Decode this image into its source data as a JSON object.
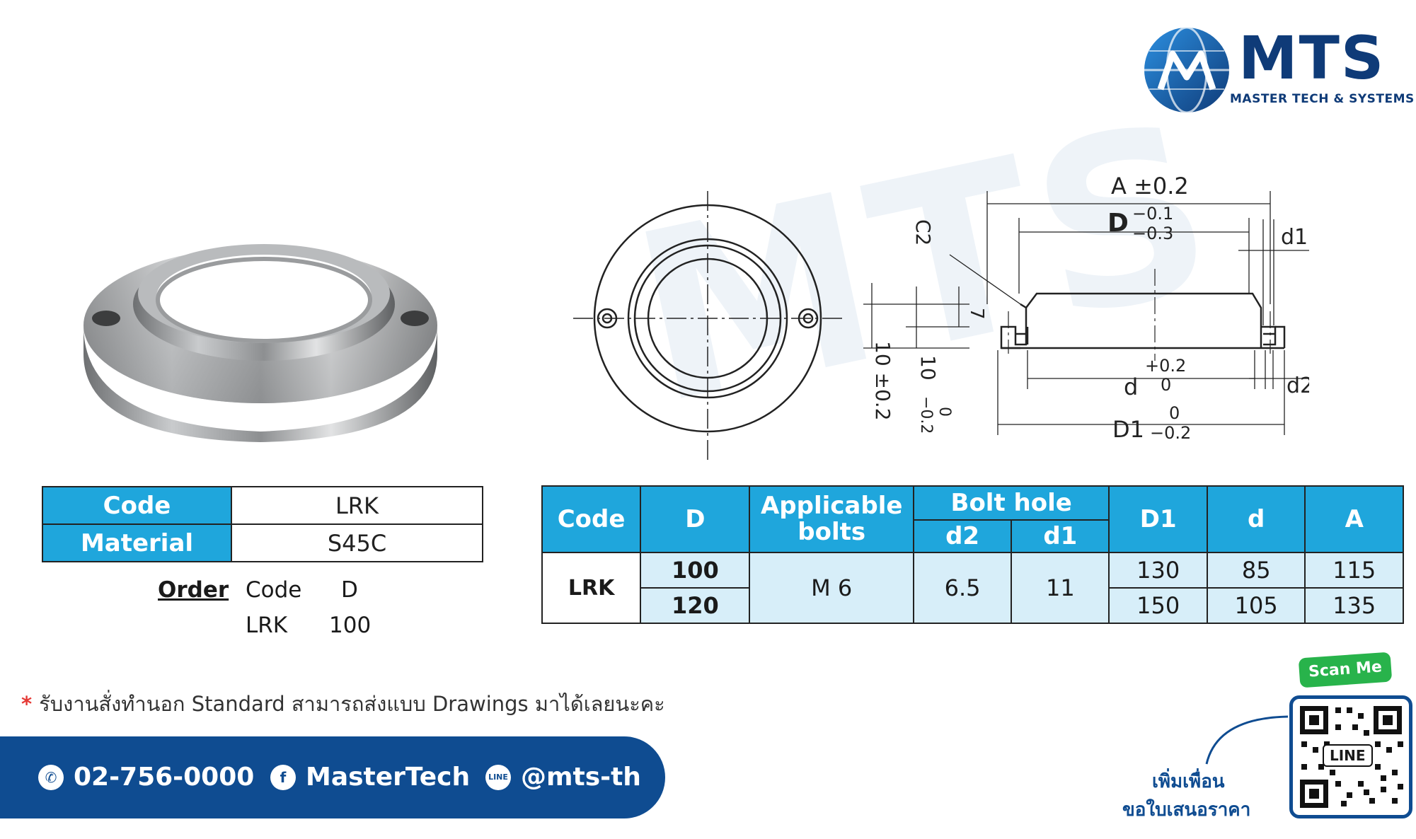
{
  "brand": {
    "name": "MTS",
    "tagline": "MASTER TECH & SYSTEMS"
  },
  "drawing": {
    "dim_A": "A ±0.2",
    "dim_D": "D",
    "dim_D_tol_upper": "−0.1",
    "dim_D_tol_lower": "−0.3",
    "dim_C2": "C2",
    "dim_d1": "d1",
    "dim_d2": "d2",
    "dim_d": "d",
    "dim_d_tol_upper": "+0.2",
    "dim_d_tol_lower": "0",
    "dim_D1": "D1",
    "dim_D1_tol_upper": "0",
    "dim_D1_tol_lower": "−0.2",
    "dim_7": "7",
    "dim_10a": "10 ±0.2",
    "dim_10b": "10",
    "dim_10b_tol_upper": "0",
    "dim_10b_tol_lower": "−0.2"
  },
  "spec": {
    "code_label": "Code",
    "code_value": "LRK",
    "material_label": "Material",
    "material_value": "S45C"
  },
  "order": {
    "label": "Order",
    "col1": "Code",
    "col2": "D",
    "val1": "LRK",
    "val2": "100"
  },
  "dims_table": {
    "headers": {
      "code": "Code",
      "D": "D",
      "bolts": "Applicable bolts",
      "bolt_hole": "Bolt hole",
      "d2": "d2",
      "d1": "d1",
      "D1": "D1",
      "d": "d",
      "A": "A"
    },
    "code": "LRK",
    "bolts": "M 6",
    "d2": "6.5",
    "d1": "11",
    "rows": [
      {
        "D": "100",
        "D1": "130",
        "d": "85",
        "A": "115"
      },
      {
        "D": "120",
        "D1": "150",
        "d": "105",
        "A": "135"
      }
    ]
  },
  "note": {
    "star": "*",
    "text": "รับงานสั่งทำนอก Standard สามารถส่งแบบ Drawings มาได้เลยนะคะ"
  },
  "footer": {
    "phone": "02-756-0000",
    "facebook": "MasterTech",
    "line": "@mts-th",
    "phone_icon": "phone-icon",
    "facebook_icon": "facebook-icon",
    "line_icon": "line-icon"
  },
  "qr": {
    "scan": "Scan Me",
    "line_label": "LINE",
    "caption1": "เพิ่มเพื่อน",
    "caption2": "ขอใบเสนอราคา"
  },
  "colors": {
    "accent": "#1fa6dc",
    "navy": "#0f4c91",
    "cell": "#d7eef9",
    "green": "#28b34b"
  }
}
